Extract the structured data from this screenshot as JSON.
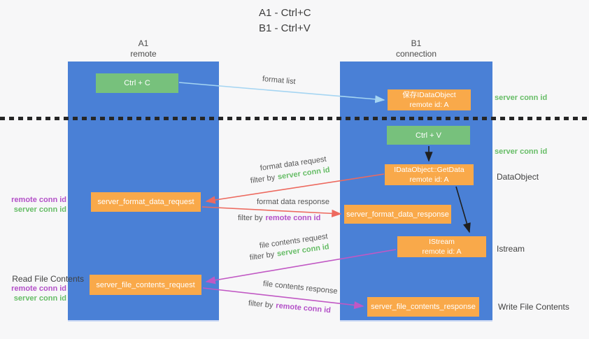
{
  "title": {
    "line1": "A1 - Ctrl+C",
    "line2": "B1 - Ctrl+V"
  },
  "columns": {
    "left": {
      "name": "A1",
      "subtitle": "remote"
    },
    "right": {
      "name": "B1",
      "subtitle": "connection"
    }
  },
  "nodes": {
    "ctrl_c": {
      "label": "Ctrl + C"
    },
    "ctrl_v": {
      "label": "Ctrl + V"
    },
    "save_dataobject": {
      "line1": "保存IDataObject",
      "line2": "remote id: A"
    },
    "getdata": {
      "line1": "IDataObject::GetData",
      "line2": "remote id: A"
    },
    "istream": {
      "line1": "IStream",
      "line2": "remote id: A"
    },
    "server_format_data_request": {
      "label": "server_format_data_request"
    },
    "server_format_data_response": {
      "label": "server_format_data_response"
    },
    "server_file_contents_request": {
      "label": "server_file_contents_request"
    },
    "server_file_contents_response": {
      "label": "server_file_contents_response"
    }
  },
  "arrow_labels": {
    "format_list": "format list",
    "format_data_request": "format data request",
    "format_data_response": "format data response",
    "file_contents_request": "file contents request",
    "file_contents_response": "file contents response",
    "filter_by": "filter by",
    "server_conn_id": "server conn id",
    "remote_conn_id": "remote conn id"
  },
  "side_labels": {
    "server_conn_id_top": "server conn id",
    "server_conn_id_mid": "server conn id",
    "dataobject": "DataObject",
    "istream": "Istream",
    "write_file_contents": "Write File Contents",
    "read_file_contents": "Read File Contents",
    "remote_conn_id": "remote conn id",
    "server_conn_id": "server conn id"
  },
  "colors": {
    "column_blue": "#4a80d6",
    "node_green": "#77c17c",
    "node_orange": "#f9a94a",
    "arrow_lightblue": "#a5d5f2",
    "arrow_red": "#ed6a5f",
    "arrow_magenta": "#c158c4",
    "arrow_black": "#1f1f1f",
    "text_green": "#67bd67",
    "text_purple": "#b350c8"
  }
}
